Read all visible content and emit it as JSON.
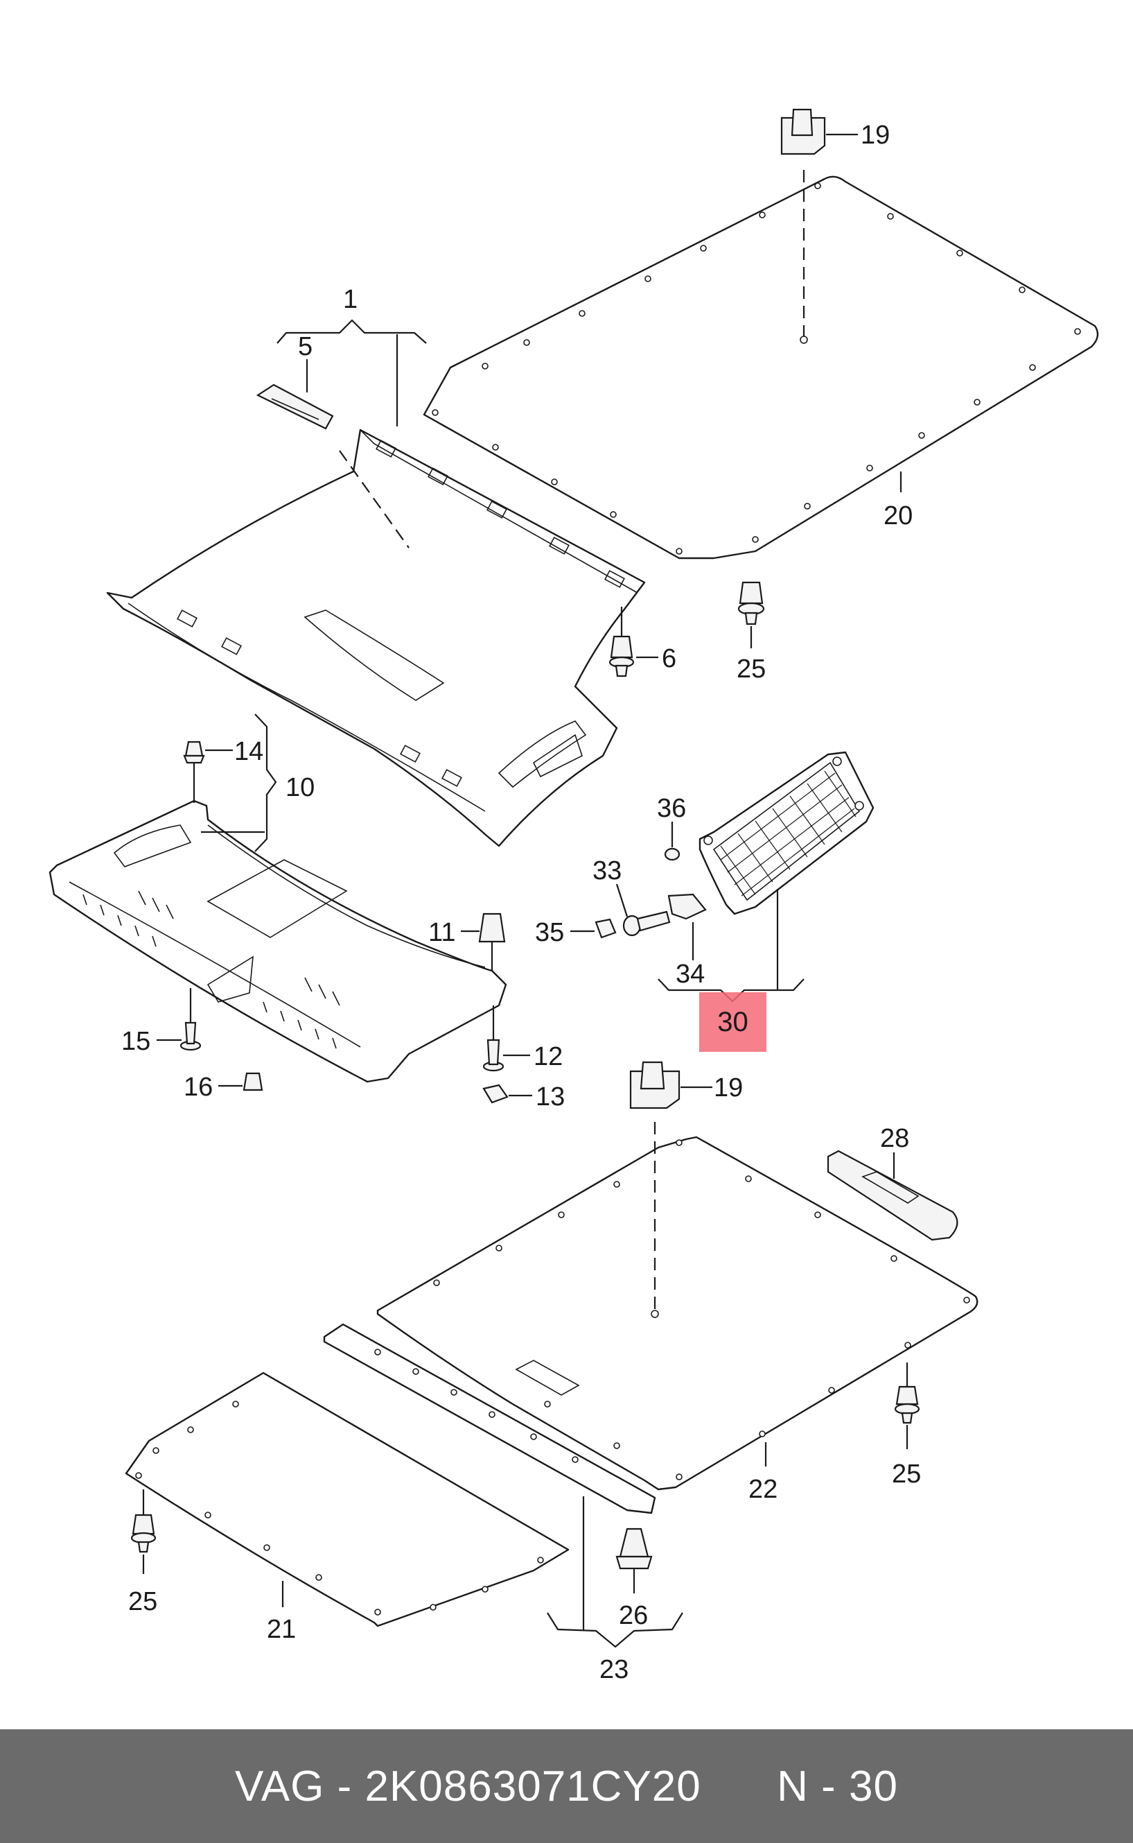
{
  "callouts": {
    "c1": "1",
    "c5": "5",
    "c6": "6",
    "c10": "10",
    "c11": "11",
    "c12": "12",
    "c13": "13",
    "c14": "14",
    "c15": "15",
    "c16": "16",
    "c19a": "19",
    "c19b": "19",
    "c20": "20",
    "c21": "21",
    "c22": "22",
    "c23": "23",
    "c25a": "25",
    "c25b": "25",
    "c25c": "25",
    "c26": "26",
    "c28": "28",
    "c30": "30",
    "c33": "33",
    "c34": "34",
    "c35": "35",
    "c36": "36"
  },
  "highlight": {
    "label": "30",
    "color": "#f46a78"
  },
  "footer": {
    "part_number": "VAG - 2K0863071CY20",
    "page_ref": "N - 30"
  },
  "colors": {
    "footer_bg": "#6b6b6b",
    "line": "#1a1a1a"
  }
}
